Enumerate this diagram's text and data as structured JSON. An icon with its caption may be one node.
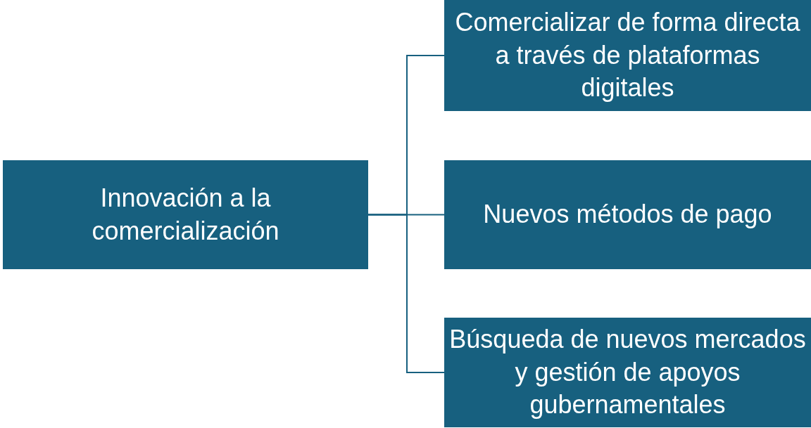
{
  "diagram": {
    "nodes": [
      {
        "text": [
          "Innovación a la comercialización"
        ]
      },
      {
        "text": [
          "Comercializar de forma directa a través de plataformas digitales"
        ]
      },
      {
        "text": [
          "Nuevos métodos de pago"
        ]
      },
      {
        "text": [
          "Búsqueda de nuevos mercados y gestión de apoyos gubernamentales"
        ]
      }
    ],
    "edges": [
      {
        "from": 0,
        "to": 1,
        "arrow": "none"
      },
      {
        "from": 0,
        "to": 2,
        "arrow": "none"
      },
      {
        "from": 0,
        "to": 3,
        "arrow": "none"
      }
    ]
  }
}
